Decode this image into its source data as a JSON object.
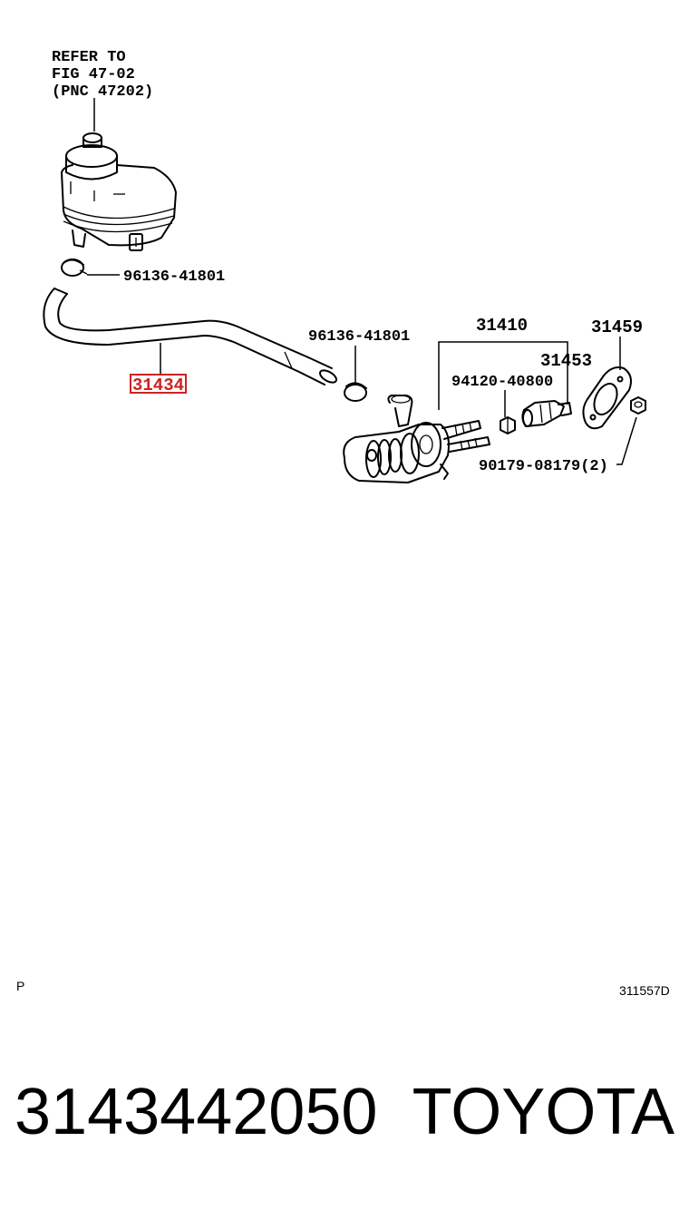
{
  "callouts": {
    "refer_line1": "REFER TO",
    "refer_line2": "FIG 47-02",
    "refer_line3": "(PNC 47202)",
    "clip_upper": "96136-41801",
    "clip_lower": "96136-41801",
    "hose": "31434",
    "cylinder_assy": "31410",
    "gasket": "31459",
    "push_rod": "31453",
    "nut": "94120-40800",
    "bolt": "90179-08179(2)"
  },
  "corner_left": "P",
  "corner_right": "311557D",
  "footer": {
    "part_number": "3143442050",
    "brand": "TOYOTA"
  },
  "highlight_color": "#cc2222"
}
